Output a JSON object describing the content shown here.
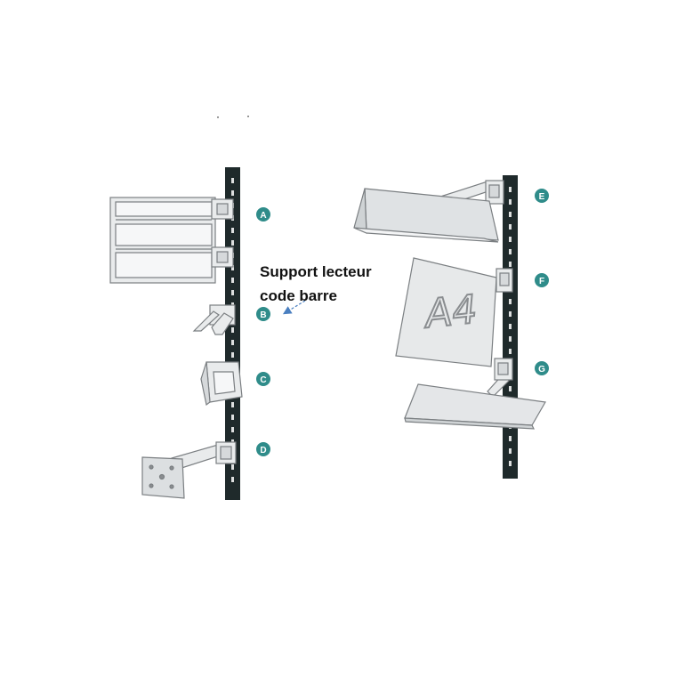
{
  "colors": {
    "badge": "#2f8c8a",
    "post": "#1f2a2b",
    "metal": "#e9ebec",
    "outline": "#7b7f82",
    "arrow": "#4a7fc0"
  },
  "badges": {
    "a": "A",
    "b": "B",
    "c": "C",
    "d": "D",
    "e": "E",
    "f": "F",
    "g": "G"
  },
  "note": {
    "line1": "Support lecteur",
    "line2": "code barre"
  },
  "a4_label": "A4"
}
